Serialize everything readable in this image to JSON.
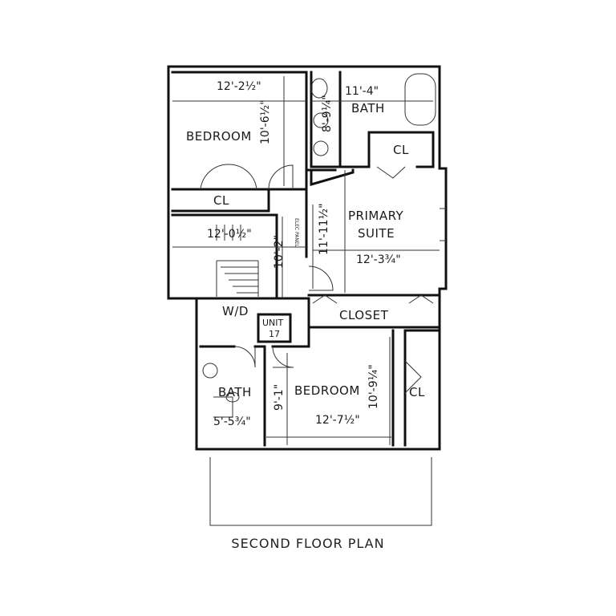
{
  "caption": "SECOND FLOOR PLAN",
  "rooms": {
    "bedroom_nw": {
      "name": "BEDROOM",
      "width": "12'-2½\"",
      "depth": "10'-6½\""
    },
    "closet_nw": {
      "name": "CL"
    },
    "stair": {
      "dim": "12'-0½\"",
      "hall_dim": "10'-2\""
    },
    "bath_primary": {
      "name": "BATH",
      "width": "11'-4\"",
      "depth": "8'-9¼\""
    },
    "closet_primary": {
      "name": "CL"
    },
    "primary_suite": {
      "name_line1": "PRIMARY",
      "name_line2": "SUITE",
      "width": "12'-3¾\"",
      "depth": "11'-11½\""
    },
    "closet_walk": {
      "name": "CLOSET"
    },
    "laundry": {
      "name": "W/D"
    },
    "unit": {
      "name_line1": "UNIT",
      "name_line2": "17"
    },
    "bath_sw": {
      "name": "BATH",
      "width": "5'-5¾\""
    },
    "bedroom_s": {
      "name": "BEDROOM",
      "width": "12'-7½\"",
      "depth": "10'-9¼\"",
      "side_dim": "9'-1\""
    },
    "closet_se": {
      "name": "CL"
    }
  },
  "tiny_note": "ELEC PANEL"
}
